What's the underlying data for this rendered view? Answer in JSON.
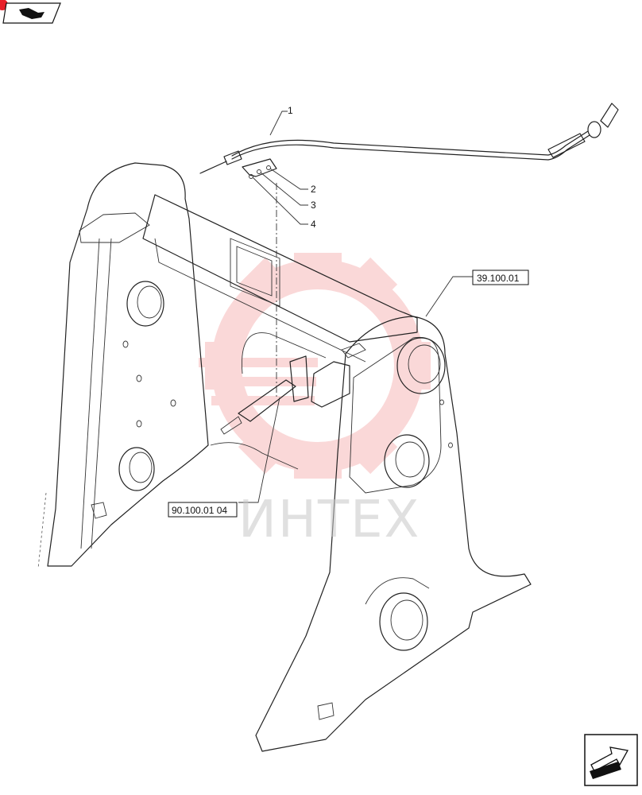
{
  "callouts": [
    {
      "id": "1",
      "label": "1"
    },
    {
      "id": "2",
      "label": "2"
    },
    {
      "id": "3",
      "label": "3"
    },
    {
      "id": "4",
      "label": "4"
    }
  ],
  "references": [
    {
      "id": "ref-a",
      "label": "39.100.01"
    },
    {
      "id": "ref-b",
      "label": "90.100.01 04"
    }
  ],
  "watermark": {
    "text": "ИНТЕХ"
  },
  "colors": {
    "line": "#222222",
    "watermark_red": "#f4a9a9",
    "accent_red": "#e8202a"
  },
  "icons": {
    "top_left": "book-nav-icon",
    "bottom_right": "next-page-arrow-icon"
  }
}
